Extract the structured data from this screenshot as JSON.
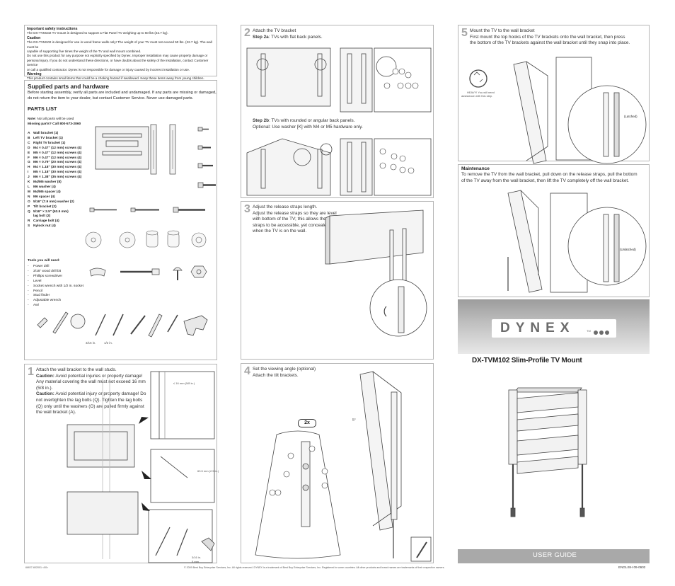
{
  "safety": {
    "title": "Important safety instructions",
    "intro": "The DX-TVM102 TV mount is designed to support a Flat Panel TV weighing up to 50 lbs (22.7 kg).",
    "caution_title": "Caution",
    "caution_lines": [
      "The DX-TVM102 is designed for use in wood frame walls only! The weight of your TV must not exceed 50 lbs. (22.7 kg). The wall must be",
      "capable of supporting five times the weight of the TV and wall mount combined.",
      "Do not use this product for any purpose not explicitly specified by Dynex. Improper installation may cause property damage or",
      "personal injury. If you do not understand these directions, or have doubts about the safety of the installation, contact Customer Service",
      "or call a qualified contractor. Dynex is not responsible for damage or injury caused by incorrect installation or use."
    ],
    "warning_title": "Warning",
    "warning_text": "This product contains small items that could be a choking hazard if swallowed. Keep these items away from young children."
  },
  "supplied": {
    "title": "Supplied parts and hardware",
    "text_1": "Before starting assembly, verify all parts are included and undamaged. If any parts are missing or damaged,",
    "text_2": "do not return the item to your dealer, but contact Customer Service. Never use damaged parts.",
    "parts_heading": "PARTS LIST",
    "note_label": "Note",
    "note_text": ": Not all parts will be used",
    "missing": "Missing parts? Call 800-573-2860",
    "parts": [
      {
        "letter": "A",
        "text": "Wall bracket (1)"
      },
      {
        "letter": "B",
        "text": "Left TV bracket (1)"
      },
      {
        "letter": "C",
        "text": "Right TV bracket (1)"
      },
      {
        "letter": "D",
        "text": "M4 × 0.47\" (12 mm) screws (4)"
      },
      {
        "letter": "E",
        "text": "M5 × 0.47\" (12 mm) screws (4)"
      },
      {
        "letter": "F",
        "text": "M6 × 0.47\" (12 mm) screws (4)"
      },
      {
        "letter": "G",
        "text": "M6 × 0.79\" (20 mm) screws (4)"
      },
      {
        "letter": "H",
        "text": "M4 × 1.18\" (30 mm) screws (4)"
      },
      {
        "letter": "I",
        "text": "M5 × 1.18\" (30 mm) screws (4)"
      },
      {
        "letter": "J",
        "text": "M6 × 1.38\" (35 mm) screws (4)"
      },
      {
        "letter": "K",
        "text": "M4/M5 washer (8)"
      },
      {
        "letter": "L",
        "text": "M6 washer (4)"
      },
      {
        "letter": "M",
        "text": "M4/M5 spacer (4)"
      },
      {
        "letter": "N",
        "text": "M6 spacer (4)"
      },
      {
        "letter": "O",
        "text": "5/16\" (7.9 mm) washer (2)"
      },
      {
        "letter": "P",
        "text": "Tilt bracket (2)"
      },
      {
        "letter": "Q",
        "text": "5/16\" × 2.5\" (63.5 mm)"
      },
      {
        "letter": "",
        "text": "lag bolt (2)"
      },
      {
        "letter": "R",
        "text": "Carriage bolt (4)"
      },
      {
        "letter": "S",
        "text": "Nylock nut (4)"
      }
    ],
    "tools_heading": "Tools you will need:",
    "tools": [
      "Power drill",
      "3/16\" wood drill bit",
      "Phillips screwdriver",
      "Level",
      "Socket wrench with 1/2 in. socket",
      "Pencil",
      "Stud finder",
      "Adjustable wrench",
      "Awl"
    ],
    "drill_size_1": "3/16 in.",
    "drill_size_2": "1/2 in."
  },
  "step1": {
    "num": "1",
    "line_1": "Attach the wall bracket to the wall studs.",
    "caution_1_label": "Caution:",
    "caution_1_text": " Avoid potential injuries or property damage!",
    "line_3": "Any material covering the wall must not exceed 16 mm",
    "line_4": "(5/8 in.).",
    "caution_2_label": "Caution:",
    "caution_2_text": " Avoid potential injury or property damage! Do",
    "line_6": "not overtighten the lag bolts (Q). Tighten the lag bolts",
    "line_7": "(Q) only until the washers (O) are pulled firmly against",
    "line_8": "the wall bracket (A).",
    "dim_1": "≤ 16 mm (5/8 in.)",
    "dim_2": "63.5 mm (2.5 in.)",
    "drill_1": "3/16 in.",
    "drill_2": "5 mm"
  },
  "step2": {
    "num": "2",
    "line_1": "Attach the TV bracket",
    "step_a_label": "Step 2a",
    "step_a_text": ": TVs with flat back panels.",
    "step_b_label": "Step 2b",
    "step_b_text": ": TVs with rounded or angular back panels.",
    "step_b_line2": "Optional: Use washer [K] with M4 or M5 hardware only."
  },
  "step3": {
    "num": "3",
    "lines": [
      "Adjust the release straps length.",
      "Adjust the release straps so they are level",
      "with bottom of the TV; this allows the",
      "straps to be accessible, yet concealed,",
      "when the TV is on the wall."
    ]
  },
  "step4": {
    "num": "4",
    "line_1": "Set the viewing angle (optional)",
    "line_2": "Attach the tilt brackets.",
    "badge": "2x",
    "angle": "5°"
  },
  "step5": {
    "num": "5",
    "line_1": "Mount the TV to the wall bracket",
    "line_2": "First mount the top hooks of the TV brackets onto the wall bracket, then press",
    "line_3": "the bottom of the TV brackets against the wall bracket until they snap into place.",
    "heavy_1": "HEAVY! You will need",
    "heavy_2": "assistance with this step.",
    "latched": "(Latched)"
  },
  "maintenance": {
    "title": "Maintenance",
    "line_1": "To remove the TV from the wall bracket, pull down on the release straps, pull the bottom",
    "line_2": "of the TV away from the wall bracket, then lift the TV completely off the wall bracket.",
    "unlatched": "(Unlatched)"
  },
  "cover": {
    "brand": "DYNEX",
    "tm": "TM",
    "product_title": "DX-TVM102 Slim-Profile TV Mount",
    "user_guide": "USER GUIDE",
    "brand_color": "#6b6b6b",
    "band_color": "#a9a9a9"
  },
  "footer": {
    "code": "6MO7-602001 <00>",
    "copyright": "© 2009 Best Buy Enterprise Services, Inc. All rights reserved. DYNEX is a trademark of Best Buy Enterprise Services, Inc. Registered in some countries. All other products and brand names are trademarks of their respective owners.",
    "language": "ENGLISH 09-0602"
  }
}
